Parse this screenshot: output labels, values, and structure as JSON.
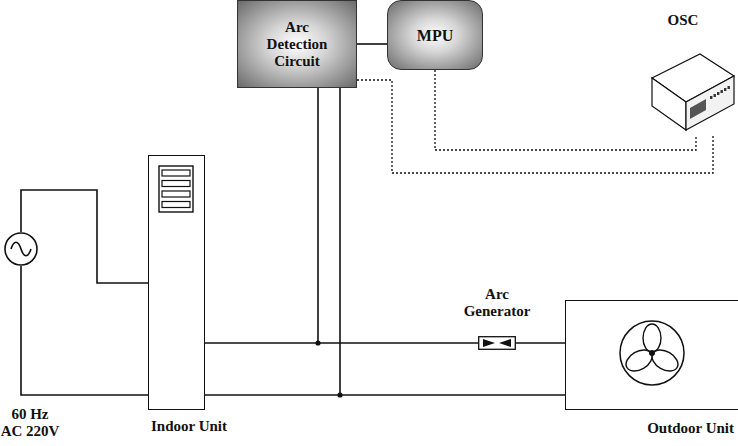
{
  "diagram": {
    "nodes": [
      {
        "text": [
          "60 Hz AC 220V"
        ]
      },
      {
        "text": [
          "Indoor Unit"
        ]
      },
      {
        "text": [
          "Arc Detection Circuit"
        ]
      },
      {
        "text": [
          "MPU"
        ]
      },
      {
        "text": [
          "OSC"
        ]
      },
      {
        "text": [
          "Arc Generator"
        ]
      },
      {
        "text": [
          "Outdoor Unit"
        ]
      }
    ],
    "edges": [
      {
        "from": 0,
        "to": 1,
        "arrow": "none"
      },
      {
        "from": 2,
        "to": 3,
        "arrow": "none"
      },
      {
        "from": 2,
        "to": 4,
        "arrow": "none"
      },
      {
        "from": 3,
        "to": 4,
        "arrow": "none"
      },
      {
        "from": 1,
        "to": 5,
        "arrow": "none"
      },
      {
        "from": 5,
        "to": 6,
        "arrow": "none"
      },
      {
        "from": 1,
        "to": 6,
        "arrow": "none"
      }
    ]
  }
}
